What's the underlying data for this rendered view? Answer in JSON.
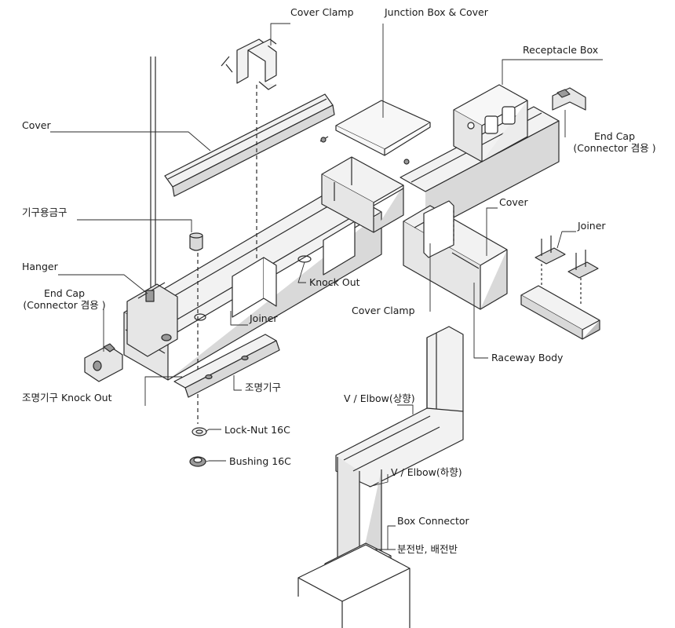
{
  "colors": {
    "ink": "#2a2a2a",
    "fill_light": "#f2f2f2",
    "fill_mid": "#d9d9d9",
    "fill_dark": "#9a9a9a"
  },
  "labels": {
    "cover_clamp_top": "Cover Clamp",
    "junction_box_cover": "Junction Box & Cover",
    "receptacle_box": "Receptacle Box",
    "end_cap_right_1": "End Cap",
    "end_cap_right_2": "(Connector 겸용 )",
    "cover_left": "Cover",
    "fixture_fitting": "기구용금구",
    "hanger": "Hanger",
    "end_cap_left_1": "End Cap",
    "end_cap_left_2": "(Connector 겸용 )",
    "knock_out": "Knock Out",
    "cover_clamp_mid": "Cover Clamp",
    "joiner_left": "Joiner",
    "cover_right": "Cover",
    "joiner_right": "Joiner",
    "raceway_body": "Raceway Body",
    "light_fixture": "조명기구",
    "light_knock_out": "조명기구 Knock Out",
    "lock_nut": "Lock-Nut 16C",
    "bushing": "Bushing 16C",
    "v_elbow_up": "V / Elbow(상향)",
    "v_elbow_down": "V / Elbow(하향)",
    "box_connector": "Box Connector",
    "panel": "분전반, 배전반"
  }
}
